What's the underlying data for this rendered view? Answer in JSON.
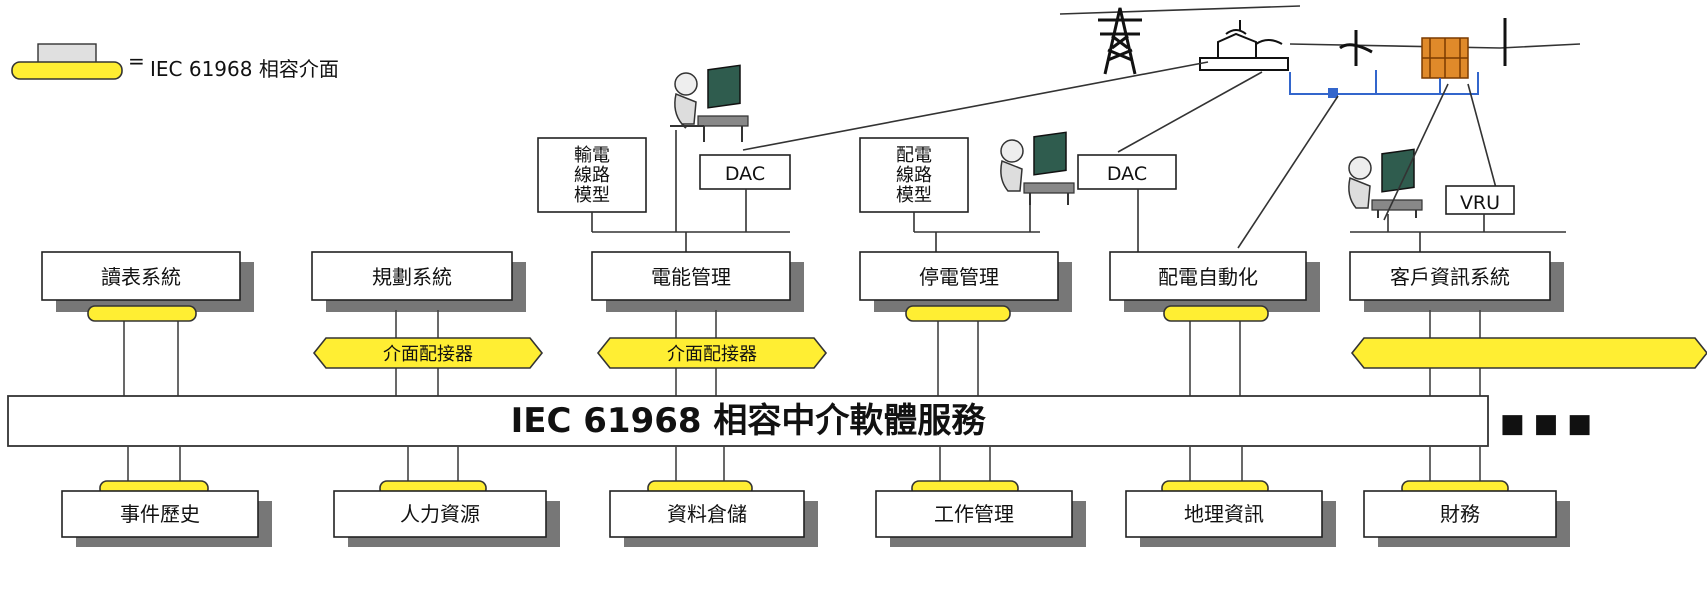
{
  "legend": {
    "equals": "=",
    "label": "IEC 61968 相容介面"
  },
  "field_boxes": {
    "transmission_model": "輸電\n線路\n模型",
    "dac_left": "DAC",
    "distribution_model": "配電\n線路\n模型",
    "dac_right": "DAC",
    "vru": "VRU"
  },
  "top_systems": [
    "讀表系統",
    "規劃系統",
    "電能管理",
    "停電管理",
    "配電自動化",
    "客戶資訊系統"
  ],
  "adapter_label": "介面配接器",
  "bus": {
    "label": "IEC 61968 相容中介軟體服務",
    "ellipsis": "■ ■ ■"
  },
  "bottom_systems": [
    "事件歷史",
    "人力資源",
    "資料倉儲",
    "工作管理",
    "地理資訊",
    "財務"
  ],
  "colors": {
    "connector_yellow": "#ffee33",
    "shadow_gray": "#777777",
    "feeder_blue": "#3366cc",
    "device_orange": "#e08a2a"
  },
  "icons": [
    "transmission-tower-icon",
    "substation-transformer-icon",
    "pole-device-icon",
    "operator-workstation-icon"
  ]
}
